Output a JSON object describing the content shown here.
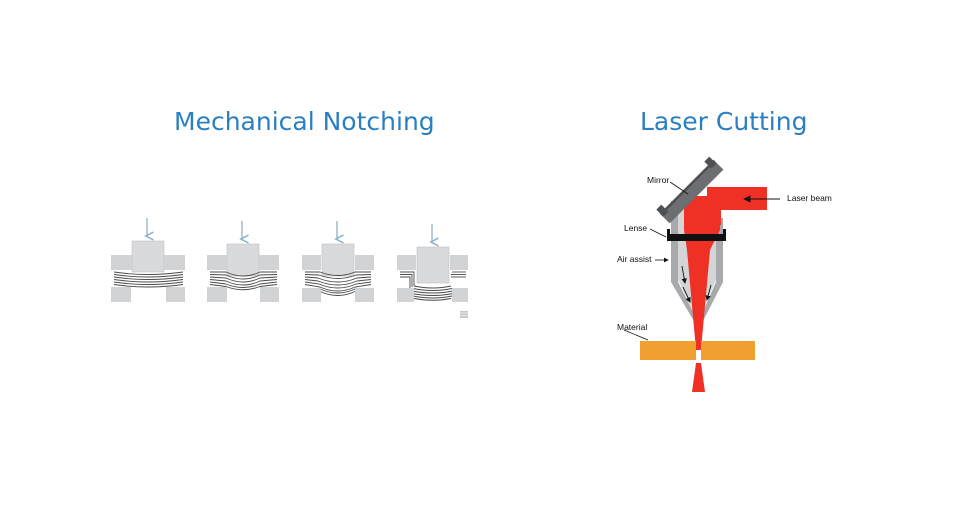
{
  "mechanical": {
    "title": "Mechanical Notching",
    "stage_count": 4
  },
  "laser": {
    "title": "Laser Cutting",
    "labels": {
      "mirror": "Mirror",
      "laser_beam": "Laser beam",
      "lense": "Lense",
      "air_assist": "Air assist",
      "material": "Material"
    }
  },
  "colors": {
    "title": "#2b7fc0",
    "die_gray": "#d2d3d5",
    "punch_gray": "#d9dadb",
    "sheet_dark": "#4a4a4a",
    "arrow": "#8fb4c9",
    "laser_red": "#ee3124",
    "nozzle_gray": "#a7a9ac",
    "mirror_gray": "#6d6e71",
    "material_orange": "#f0a030"
  }
}
